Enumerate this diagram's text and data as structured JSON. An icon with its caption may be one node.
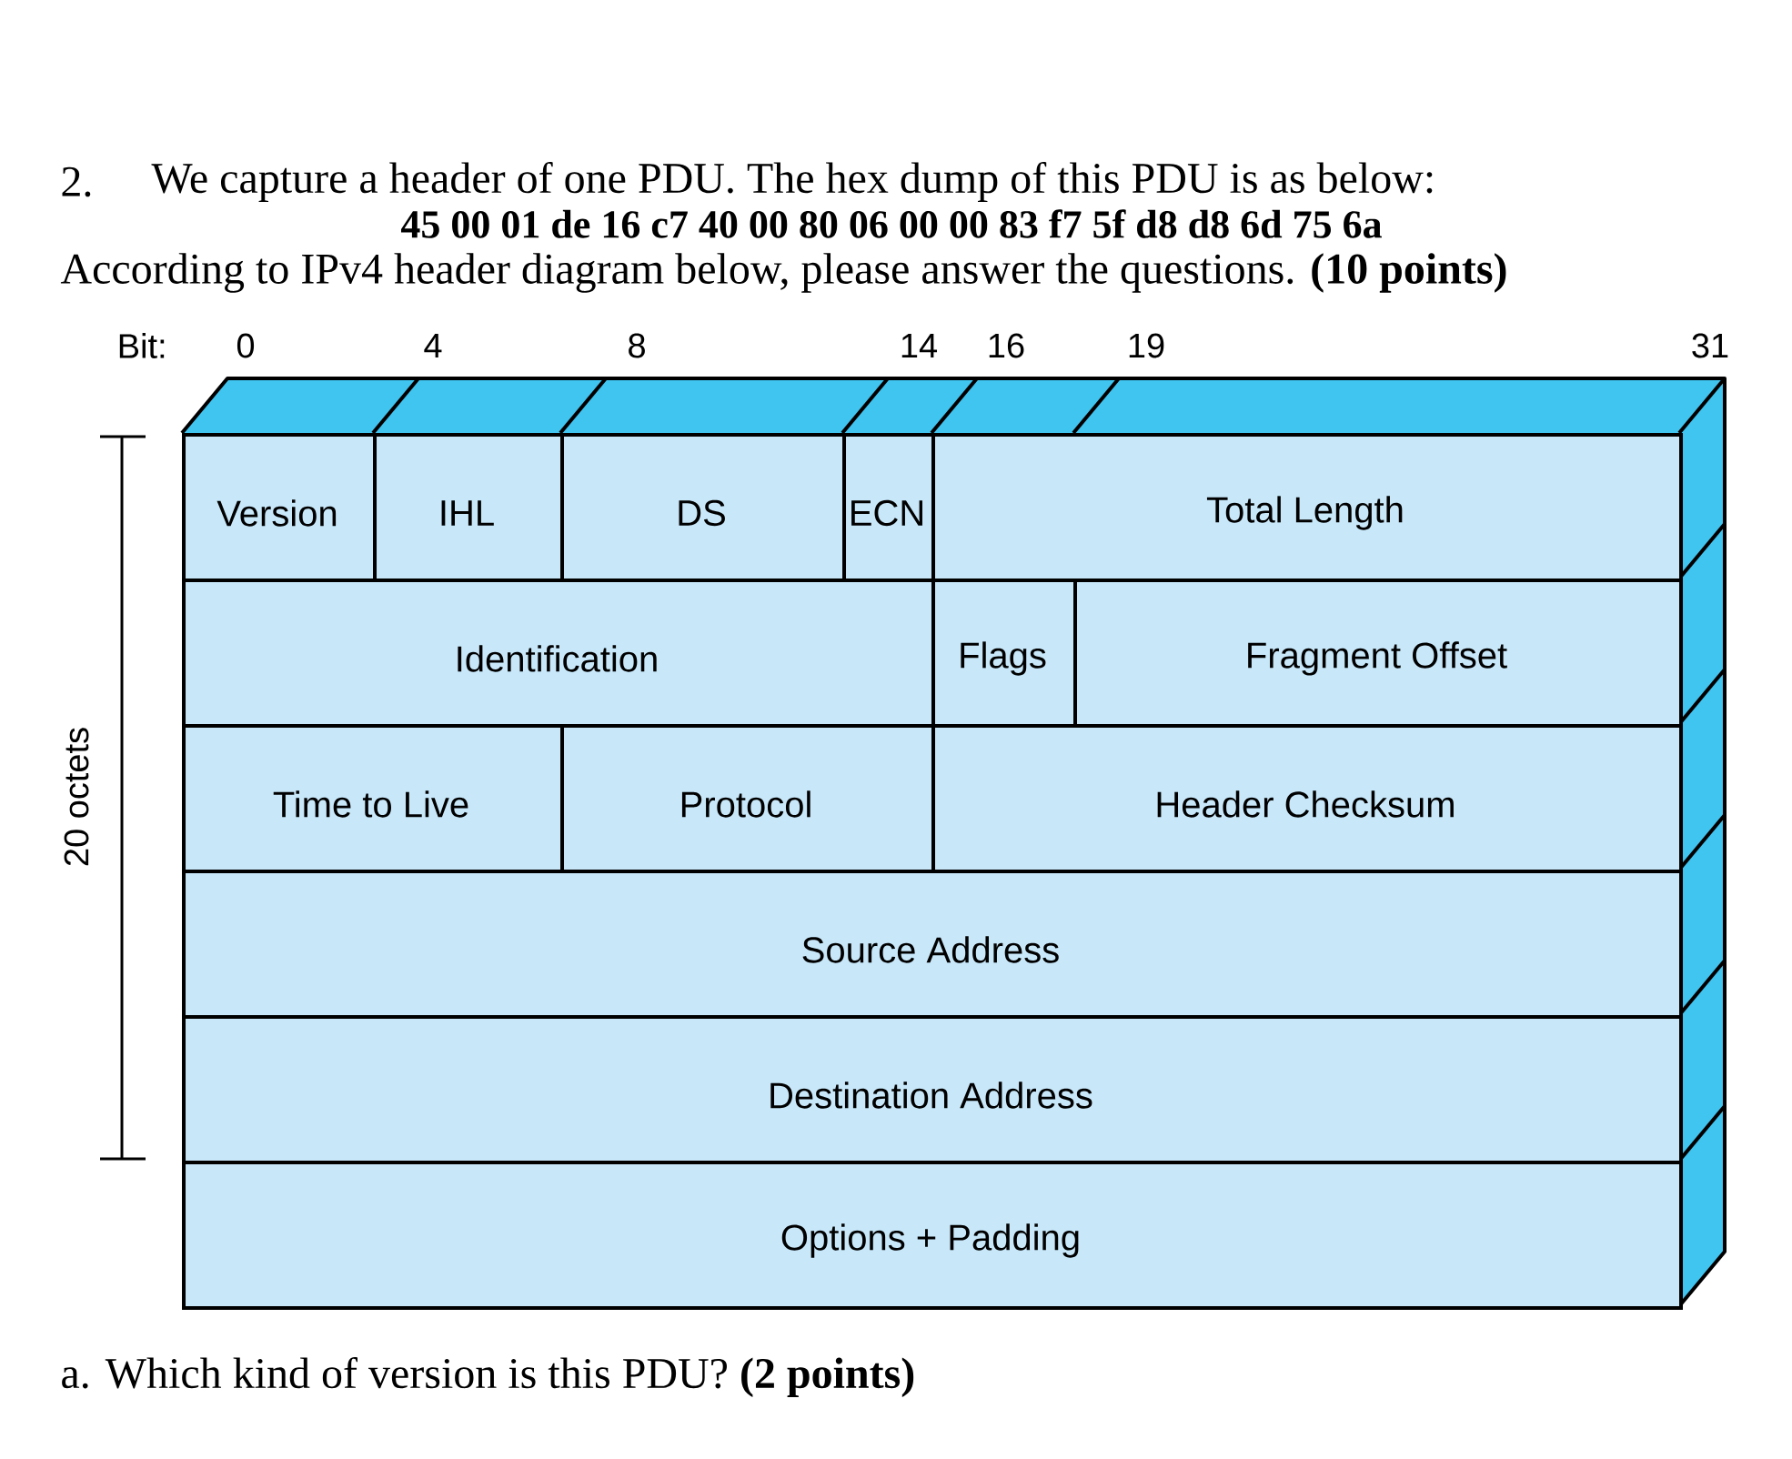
{
  "diagram": {
    "nodes": [
      {
        "text": [
          "Version"
        ]
      },
      {
        "text": [
          "IHL"
        ]
      },
      {
        "text": [
          "DS"
        ]
      },
      {
        "text": [
          "ECN"
        ]
      },
      {
        "text": [
          "Total Length"
        ]
      },
      {
        "text": [
          "Identification"
        ]
      },
      {
        "text": [
          "Flags"
        ]
      },
      {
        "text": [
          "Fragment Offset"
        ]
      },
      {
        "text": [
          "Time to Live"
        ]
      },
      {
        "text": [
          "Protocol"
        ]
      },
      {
        "text": [
          "Header Checksum"
        ]
      },
      {
        "text": [
          "Source Address"
        ]
      },
      {
        "text": [
          "Destination Address"
        ]
      },
      {
        "text": [
          "Options + Padding"
        ]
      }
    ],
    "labels": [
      "2.",
      "We capture a header of one PDU. The hex dump of this PDU is as below:",
      "45 00 01 de 16 c7 40 00 80 06 00 00 83 f7 5f d8 d8 6d 75 6a",
      "According to IPv4 header diagram below, please answer the questions. **(10 points)**",
      "Bit:",
      "0",
      "4",
      "8",
      "14",
      "16",
      "19",
      "31",
      "20 octets",
      "a. Which kind of version is this PDU? **(2 points)**"
    ]
  }
}
